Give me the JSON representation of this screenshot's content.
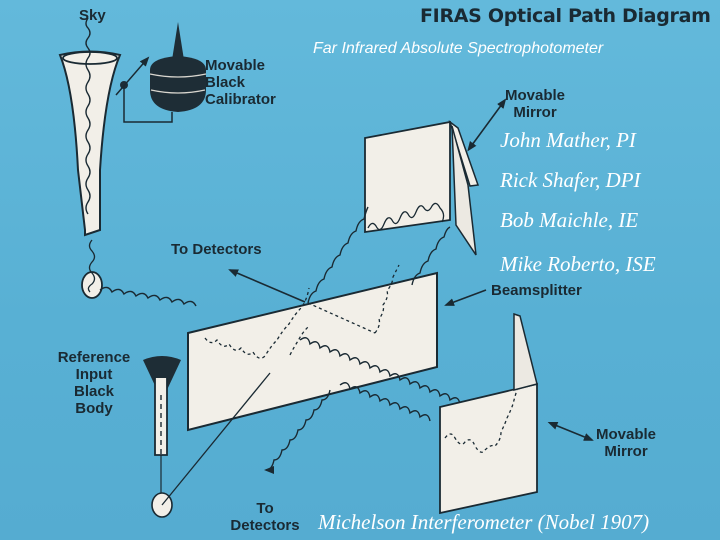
{
  "diagram": {
    "title": "FIRAS Optical Path Diagram",
    "subtitle": "Far Infrared Absolute Spectrophotometer",
    "footer": "Michelson Interferometer (Nobel 1907)",
    "labels": {
      "sky": "Sky",
      "calibrator": [
        "Movable",
        "Black",
        "Calibrator"
      ],
      "top_mirror": [
        "Movable",
        "Mirror"
      ],
      "to_detectors_top": "To Detectors",
      "beamsplitter": "Beamsplitter",
      "reference": [
        "Reference",
        "Input",
        "Black",
        "Body"
      ],
      "bottom_mirror": [
        "Movable",
        "Mirror"
      ],
      "to_detectors_bottom": [
        "To",
        "Detectors"
      ]
    },
    "credits": [
      "John Mather, PI",
      "Rick Shafer, DPI",
      "Bob Maichle, IE",
      "Mike Roberto, ISE"
    ],
    "colors": {
      "background": "#5bb3d6",
      "panel": "#f2efe8",
      "ink": "#1a2a33",
      "text_light": "#ffffff"
    }
  }
}
